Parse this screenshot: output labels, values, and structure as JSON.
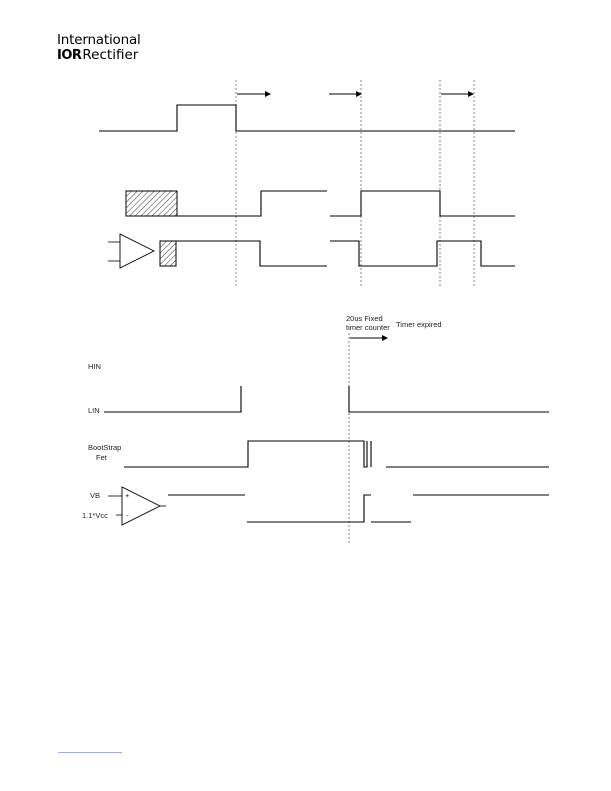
{
  "logo": {
    "line1": "International",
    "mark": "IOR",
    "line2": "Rectifier"
  },
  "lower_diagram": {
    "timer_label_line1": "20us Fixed",
    "timer_label_line2": "timer counter",
    "timer_expired": "Timer expired",
    "hin": "HIN",
    "lin": "LIN",
    "bootstrap_line1": "BootStrap",
    "bootstrap_line2": "Fet",
    "vb": "VB",
    "vcc_ref": "1.1*Vcc",
    "plus": "+",
    "minus": "-"
  },
  "colors": {
    "line": "#000000",
    "dashed": "#555555",
    "footer_link": "#9aa7ff"
  }
}
